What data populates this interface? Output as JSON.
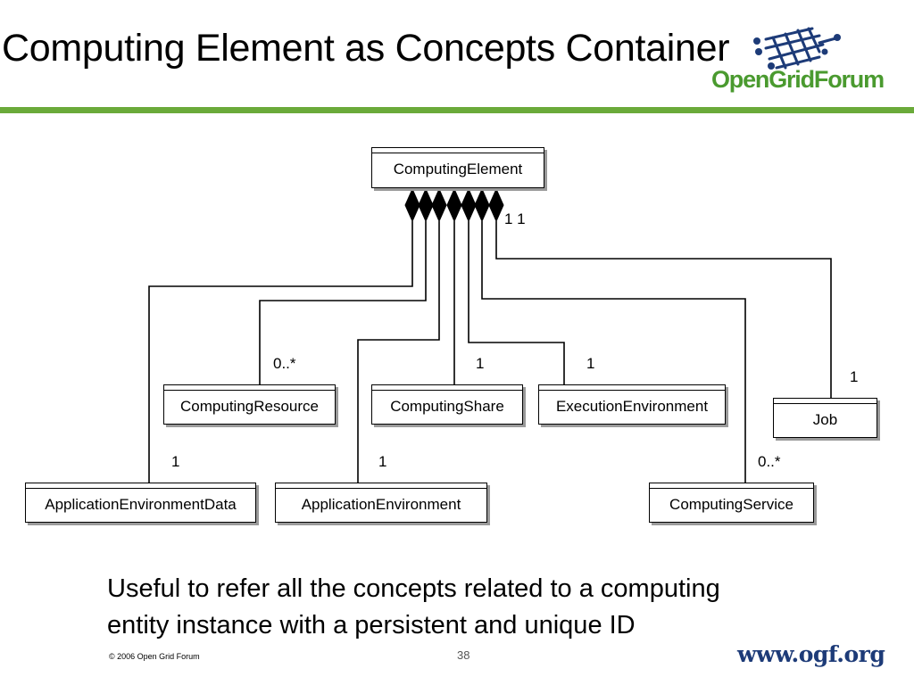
{
  "slide": {
    "title": "Computing Element as Concepts Container",
    "note_line1": "Useful to refer all the concepts related to a computing",
    "note_line2": "entity instance with a persistent and unique ID",
    "copyright": "© 2006 Open Grid Forum",
    "page_number": "38",
    "website": "www.ogf.org"
  },
  "logo": {
    "text": "OpenGridForum",
    "color": "#4a9a2f",
    "grid_color": "#1d3b78"
  },
  "accent_color": "#6aaa3a",
  "diagram": {
    "container": "ComputingElement",
    "container_multiplicity": "1 1",
    "classes": {
      "computing_resource": "ComputingResource",
      "computing_share": "ComputingShare",
      "execution_environment": "ExecutionEnvironment",
      "job": "Job",
      "application_environment_data": "ApplicationEnvironmentData",
      "application_environment": "ApplicationEnvironment",
      "computing_service": "ComputingService"
    },
    "multiplicities": {
      "computing_resource": "0..*",
      "computing_share": "1",
      "execution_environment": "1",
      "job": "1",
      "application_environment_data": "1",
      "application_environment": "1",
      "computing_service": "0..*"
    }
  }
}
